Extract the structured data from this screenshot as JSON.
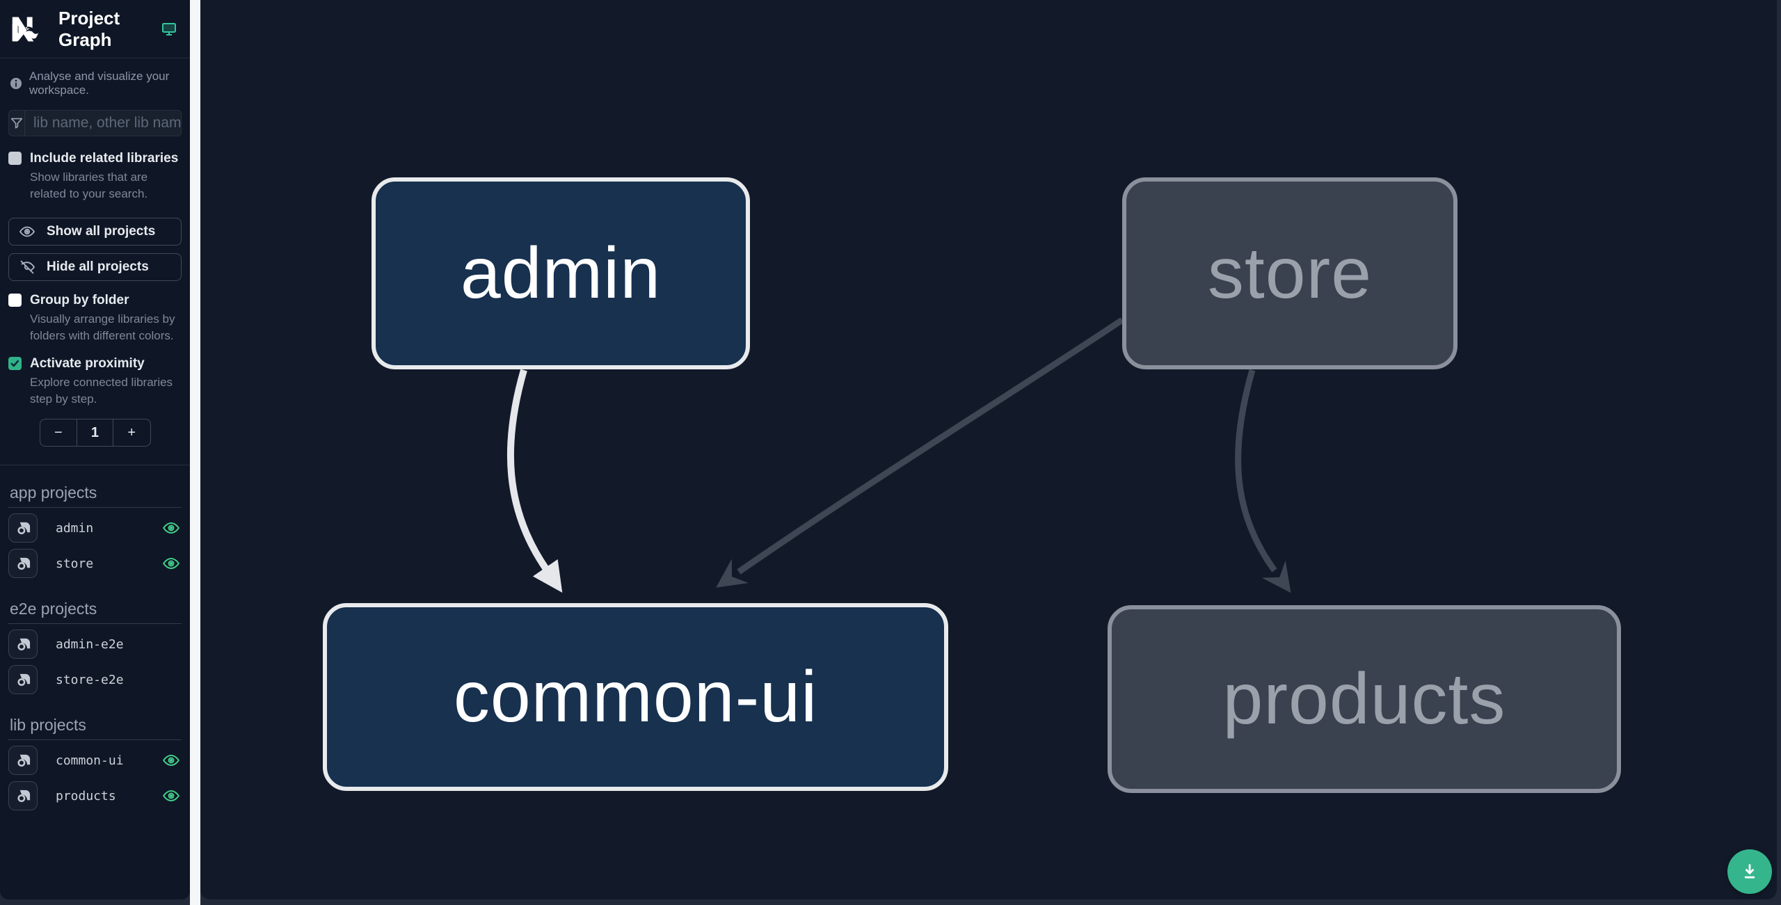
{
  "app": {
    "title": "Project Graph"
  },
  "tagline": "Analyse and visualize your workspace.",
  "search": {
    "placeholder": "lib name, other lib name"
  },
  "filters": {
    "related": {
      "label": "Include related libraries",
      "description": "Show libraries that are related to your search.",
      "checked": false
    },
    "group": {
      "label": "Group by folder",
      "description": "Visually arrange libraries by folders with different colors.",
      "checked": false
    },
    "proximity": {
      "label": "Activate proximity",
      "description": "Explore connected libraries step by step.",
      "checked": true,
      "value": "1",
      "decrement_label": "−",
      "increment_label": "+"
    }
  },
  "actions": {
    "show_all": "Show all projects",
    "hide_all": "Hide all projects"
  },
  "project_sections": [
    {
      "title": "app projects",
      "items": [
        {
          "name": "admin",
          "visible": true
        },
        {
          "name": "store",
          "visible": true
        }
      ]
    },
    {
      "title": "e2e projects",
      "items": [
        {
          "name": "admin-e2e",
          "visible": false
        },
        {
          "name": "store-e2e",
          "visible": false
        }
      ]
    },
    {
      "title": "lib projects",
      "items": [
        {
          "name": "common-ui",
          "visible": true
        },
        {
          "name": "products",
          "visible": true
        }
      ]
    }
  ],
  "graph": {
    "nodes": [
      {
        "id": "admin",
        "label": "admin",
        "state": "highlighted"
      },
      {
        "id": "store",
        "label": "store",
        "state": "faded"
      },
      {
        "id": "common-ui",
        "label": "common-ui",
        "state": "highlighted"
      },
      {
        "id": "products",
        "label": "products",
        "state": "faded"
      }
    ],
    "edges": [
      {
        "source": "admin",
        "target": "common-ui",
        "state": "highlighted"
      },
      {
        "source": "store",
        "target": "common-ui",
        "state": "faded"
      },
      {
        "source": "store",
        "target": "products",
        "state": "faded"
      }
    ]
  },
  "colors": {
    "accent": "#35b58b",
    "eye_visible": "#43d08a",
    "node_focused_bg": "#17314f",
    "node_focused_border": "#e8eaec",
    "node_faded_bg": "#3a414f",
    "node_faded_border": "#8b919c",
    "edge_highlighted": "#e5e7eb",
    "edge_faded": "#3f4654"
  }
}
